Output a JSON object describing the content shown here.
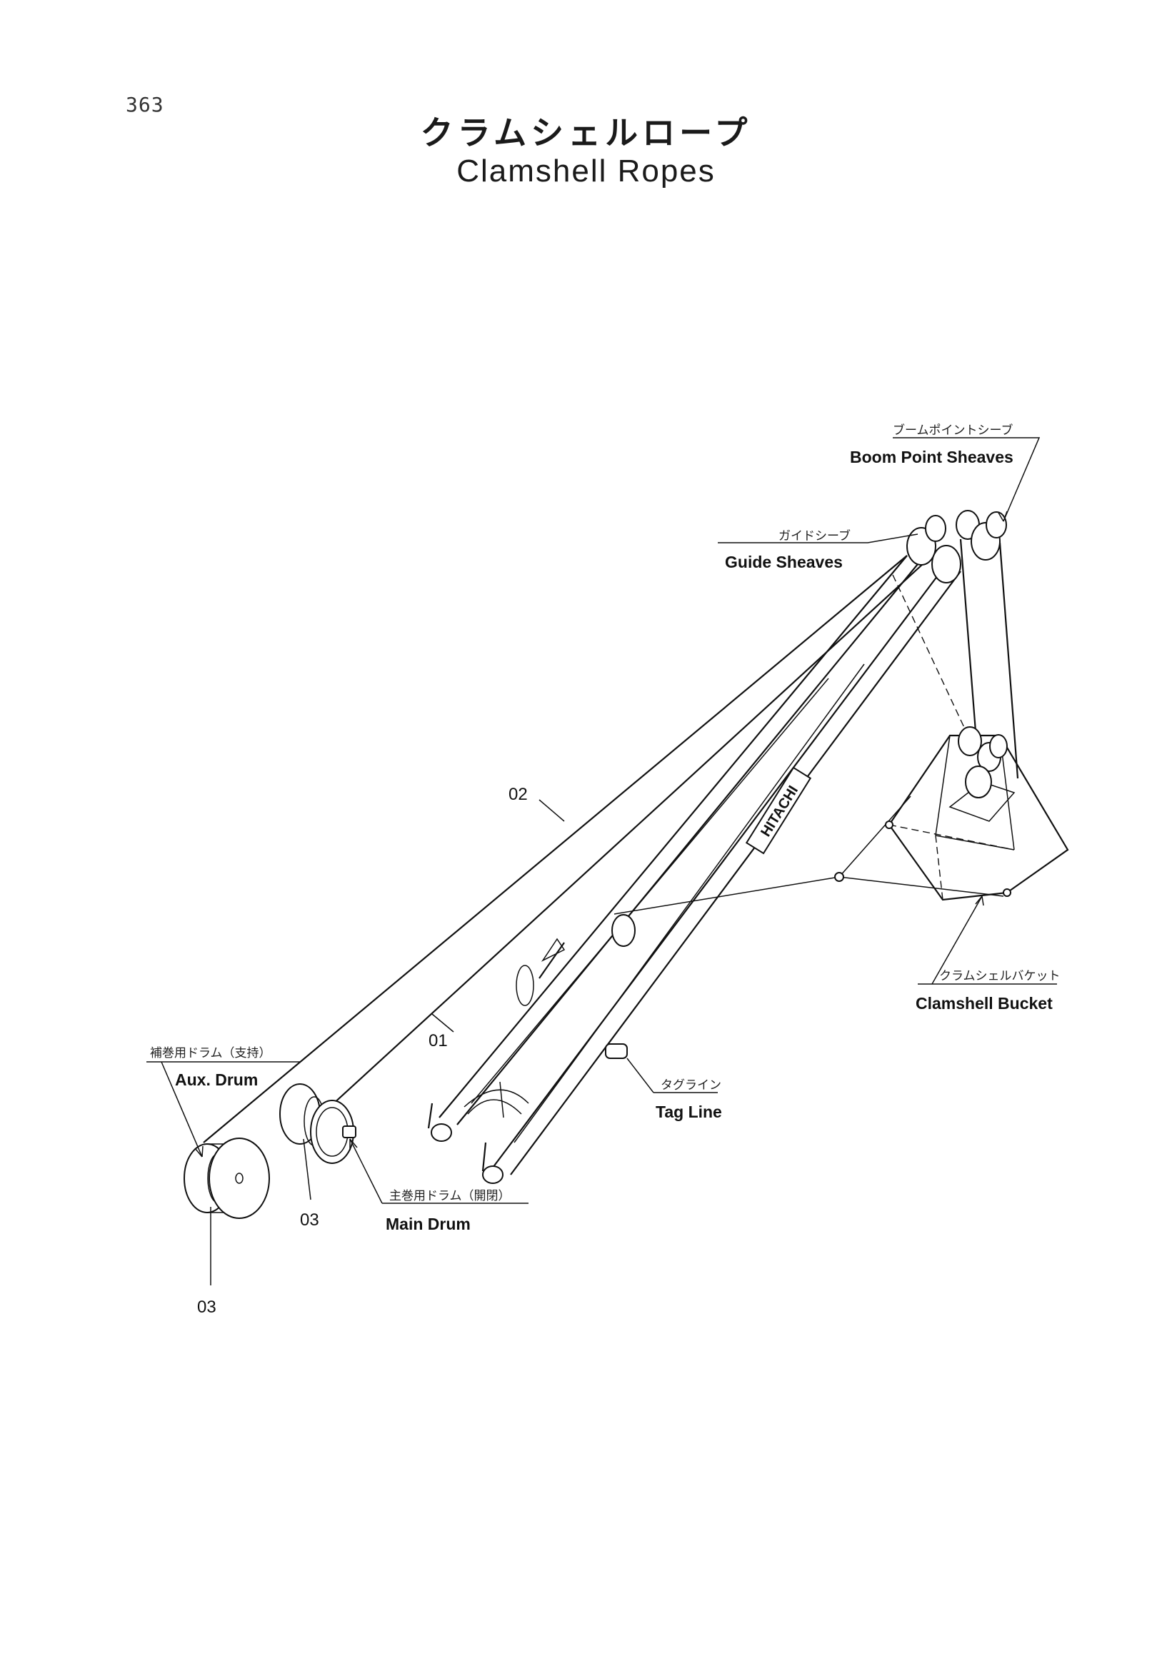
{
  "page_number": "363",
  "title_ja": "クラムシェルロープ",
  "title_en": "Clamshell Ropes",
  "boom_brand": "HITACHI",
  "labels": {
    "boom_point_sheaves": {
      "ja": "ブームポイントシーブ",
      "en": "Boom Point Sheaves"
    },
    "guide_sheaves": {
      "ja": "ガイドシーブ",
      "en": "Guide Sheaves"
    },
    "clamshell_bucket": {
      "ja": "クラムシェルバケット",
      "en": "Clamshell Bucket"
    },
    "tag_line": {
      "ja": "タグライン",
      "en": "Tag Line"
    },
    "aux_drum": {
      "ja": "補巻用ドラム（支持）",
      "en": "Aux. Drum"
    },
    "main_drum": {
      "ja": "主巻用ドラム（開閉）",
      "en": "Main Drum"
    }
  },
  "part_numbers": {
    "rope_02": "02",
    "rope_01": "01",
    "part_03_main": "03",
    "part_03_aux": "03"
  }
}
